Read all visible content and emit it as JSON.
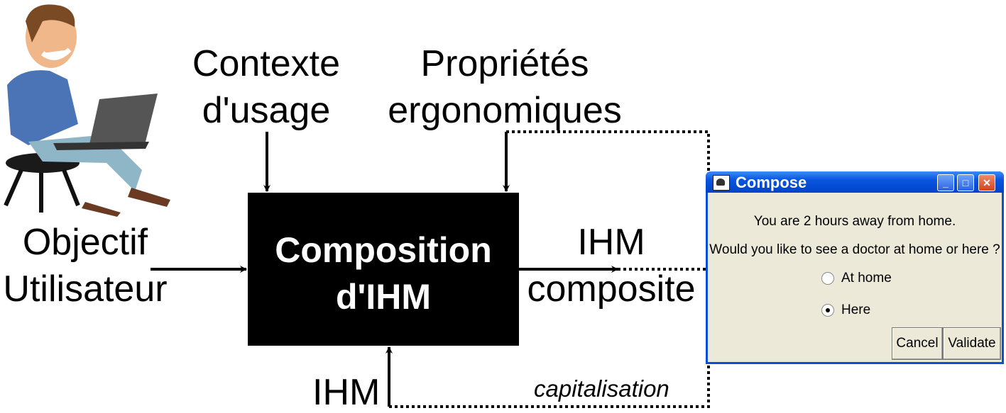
{
  "labels": {
    "contexte_line1": "Contexte",
    "contexte_line2": "d'usage",
    "proprietes_line1": "Propriétés",
    "proprietes_line2": "ergonomiques",
    "objectif_line1": "Objectif",
    "objectif_line2": "Utilisateur",
    "box_line1": "Composition",
    "box_line2": "d'IHM",
    "ihm_out_line1": "IHM",
    "ihm_out_line2": "composite",
    "ihm_in": "IHM",
    "capitalisation": "capitalisation"
  },
  "window": {
    "title": "Compose",
    "message1": "You are 2 hours away from home.",
    "message2": "Would you like to see a doctor at home or here ?",
    "option1": "At home",
    "option2": "Here",
    "selected": "Here",
    "cancel_label": "Cancel",
    "validate_label": "Validate"
  }
}
